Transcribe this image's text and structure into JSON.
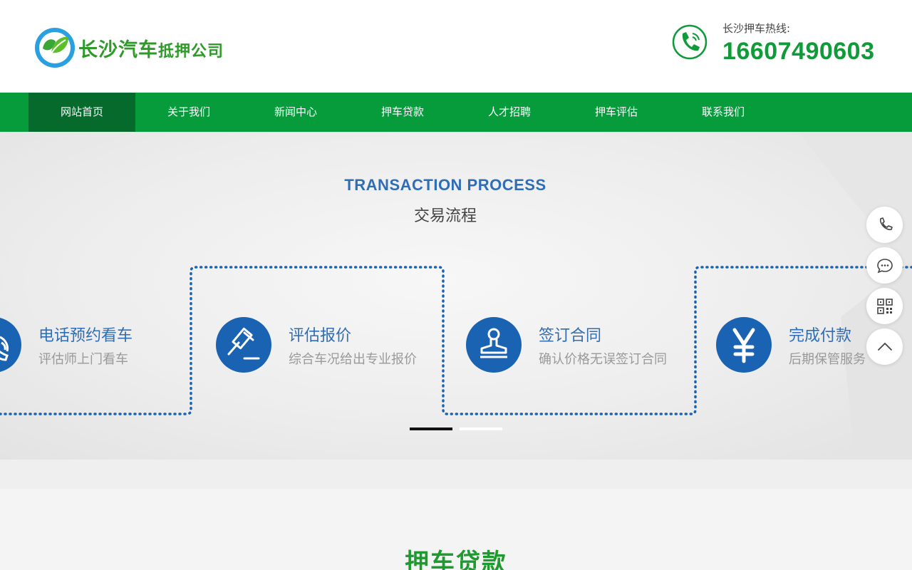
{
  "header": {
    "logo_text_part1": "长沙汽车",
    "logo_text_part2": "抵押公司",
    "hotline_label": "长沙押车热线:",
    "hotline_number": "16607490603"
  },
  "nav": {
    "items": [
      {
        "label": "网站首页",
        "active": true
      },
      {
        "label": "关于我们"
      },
      {
        "label": "新闻中心"
      },
      {
        "label": "押车贷款"
      },
      {
        "label": "人才招聘"
      },
      {
        "label": "押车评估"
      },
      {
        "label": "联系我们"
      }
    ]
  },
  "banner": {
    "title_en": "TRANSACTION PROCESS",
    "title_cn": "交易流程",
    "steps": [
      {
        "title": "电话预约看车",
        "desc": "评估师上门看车",
        "icon": "phone-signal-icon"
      },
      {
        "title": "评估报价",
        "desc": "综合车况给出专业报价",
        "icon": "gavel-icon"
      },
      {
        "title": "签订合同",
        "desc": "确认价格无误签订合同",
        "icon": "stamp-icon"
      },
      {
        "title": "完成付款",
        "desc": "后期保管服务",
        "icon": "yen-icon"
      }
    ],
    "slides_total": 2,
    "active_slide": 1
  },
  "section": {
    "title": "押车贷款"
  },
  "float_tools": [
    "phone-icon",
    "chat-icon",
    "qrcode-icon",
    "back-to-top-icon"
  ],
  "colors": {
    "brand_green": "#069c3c",
    "nav_active": "#056a2c",
    "banner_blue": "#1a62b2"
  }
}
